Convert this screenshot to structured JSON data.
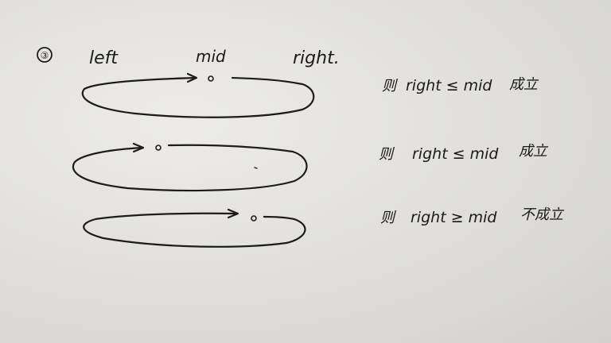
{
  "header": {
    "marker": "③",
    "left_label": "left",
    "mid_label": "mid",
    "right_label": "right."
  },
  "cases": [
    {
      "prefix": "则",
      "rhs": "right ≤ mid",
      "result": "成立"
    },
    {
      "prefix": "则",
      "rhs": "right ≤ mid",
      "result": "成立"
    },
    {
      "prefix": "则",
      "rhs": "right ≥ mid",
      "result": "不成立"
    }
  ]
}
